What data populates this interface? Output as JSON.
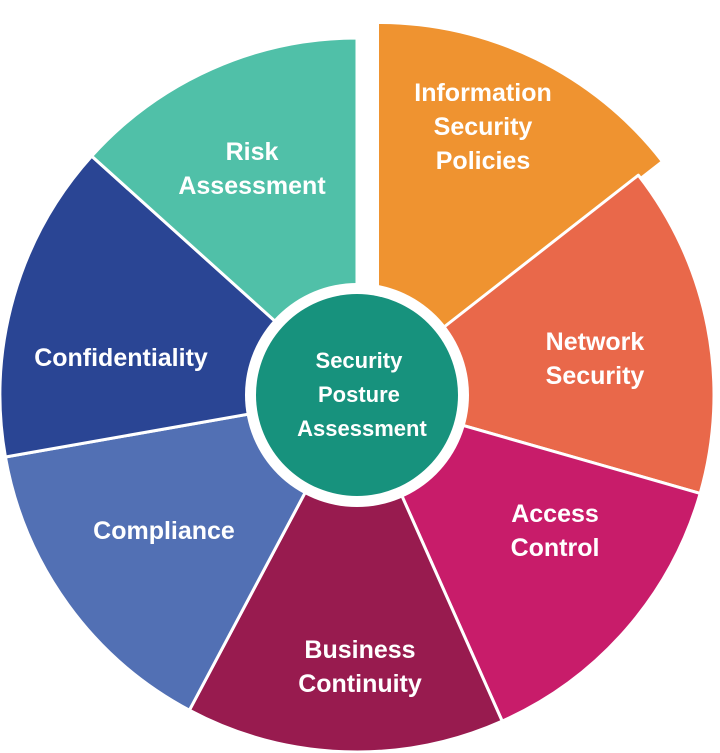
{
  "center": {
    "lines": [
      "Security",
      "Posture",
      "Assessment"
    ],
    "color": "#17927d"
  },
  "segments": [
    {
      "id": "information-security-policies",
      "lines": [
        "Information",
        "Security",
        "Policies"
      ],
      "color": "#ef9330",
      "exploded": true
    },
    {
      "id": "network-security",
      "lines": [
        "Network",
        "Security"
      ],
      "color": "#e9684a",
      "exploded": false
    },
    {
      "id": "access-control",
      "lines": [
        "Access",
        "Control"
      ],
      "color": "#c81c6a",
      "exploded": false
    },
    {
      "id": "business-continuity",
      "lines": [
        "Business",
        "Continuity"
      ],
      "color": "#981b4f",
      "exploded": false
    },
    {
      "id": "compliance",
      "lines": [
        "Compliance"
      ],
      "color": "#5270b4",
      "exploded": false
    },
    {
      "id": "confidentiality",
      "lines": [
        "Confidentiality"
      ],
      "color": "#2a4594",
      "exploded": false
    },
    {
      "id": "risk-assessment",
      "lines": [
        "Risk",
        "Assessment"
      ],
      "color": "#50c0a8",
      "exploded": false
    }
  ]
}
